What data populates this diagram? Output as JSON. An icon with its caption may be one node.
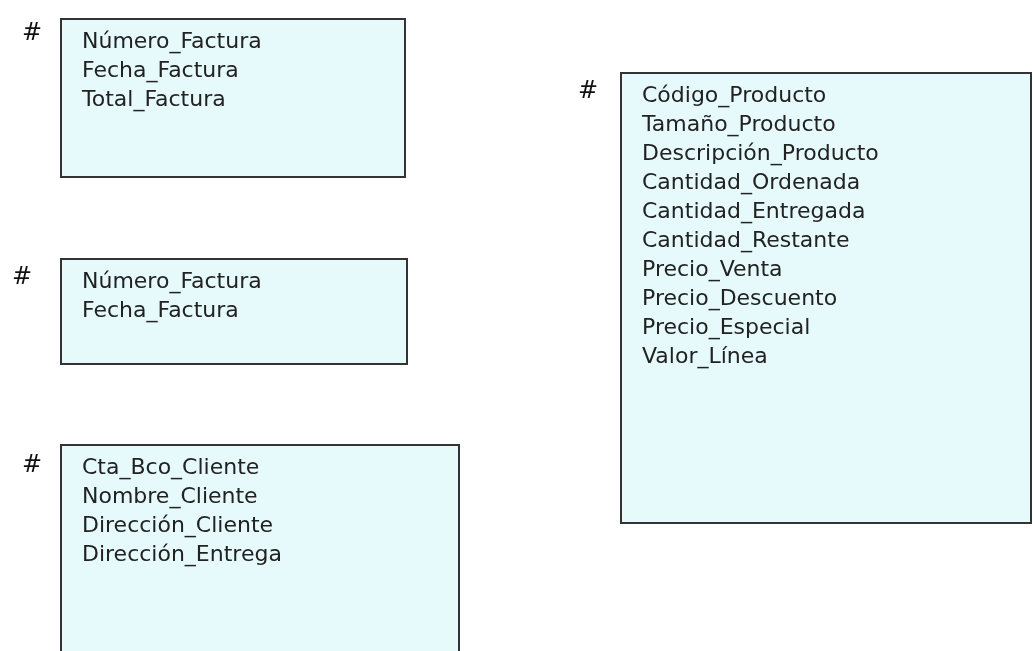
{
  "diagram": {
    "nodes": [
      {
        "text": [
          "Número_Factura",
          "Fecha_Factura",
          "Total_Factura"
        ],
        "beside": [
          "#"
        ]
      },
      {
        "text": [
          "Número_Factura",
          "Fecha_Factura"
        ],
        "beside": [
          "#"
        ]
      },
      {
        "text": [
          "Cta_Bco_Cliente",
          "Nombre_Cliente",
          "Dirección_Cliente",
          "Dirección_Entrega"
        ],
        "beside": [
          "#"
        ]
      },
      {
        "text": [
          "Código_Producto",
          "Tamaño_Producto",
          "Descripción_Producto",
          "Cantidad_Ordenada",
          "Cantidad_Entregada",
          "Cantidad_Restante",
          "Precio_Venta",
          "Precio_Descuento",
          "Precio_Especial",
          "Valor_Línea"
        ],
        "beside": [
          "#"
        ]
      }
    ]
  }
}
